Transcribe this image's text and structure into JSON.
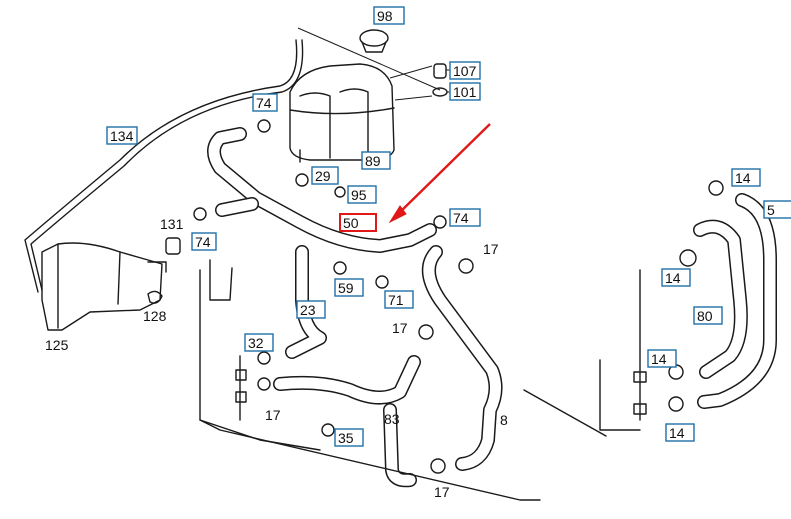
{
  "diagram": {
    "boxed_labels": [
      "98",
      "107",
      "101",
      "74",
      "134",
      "89",
      "29",
      "95",
      "50",
      "74",
      "74",
      "59",
      "71",
      "23",
      "32",
      "35",
      "14",
      "5",
      "14",
      "80",
      "14",
      "14"
    ],
    "plain_labels": [
      "131",
      "17",
      "128",
      "125",
      "17",
      "17",
      "83",
      "8",
      "17"
    ],
    "highlighted_part": "50",
    "colors": {
      "box_border": "#1f6fa8",
      "highlight": "#e01818",
      "line": "#1a1a1a"
    }
  }
}
